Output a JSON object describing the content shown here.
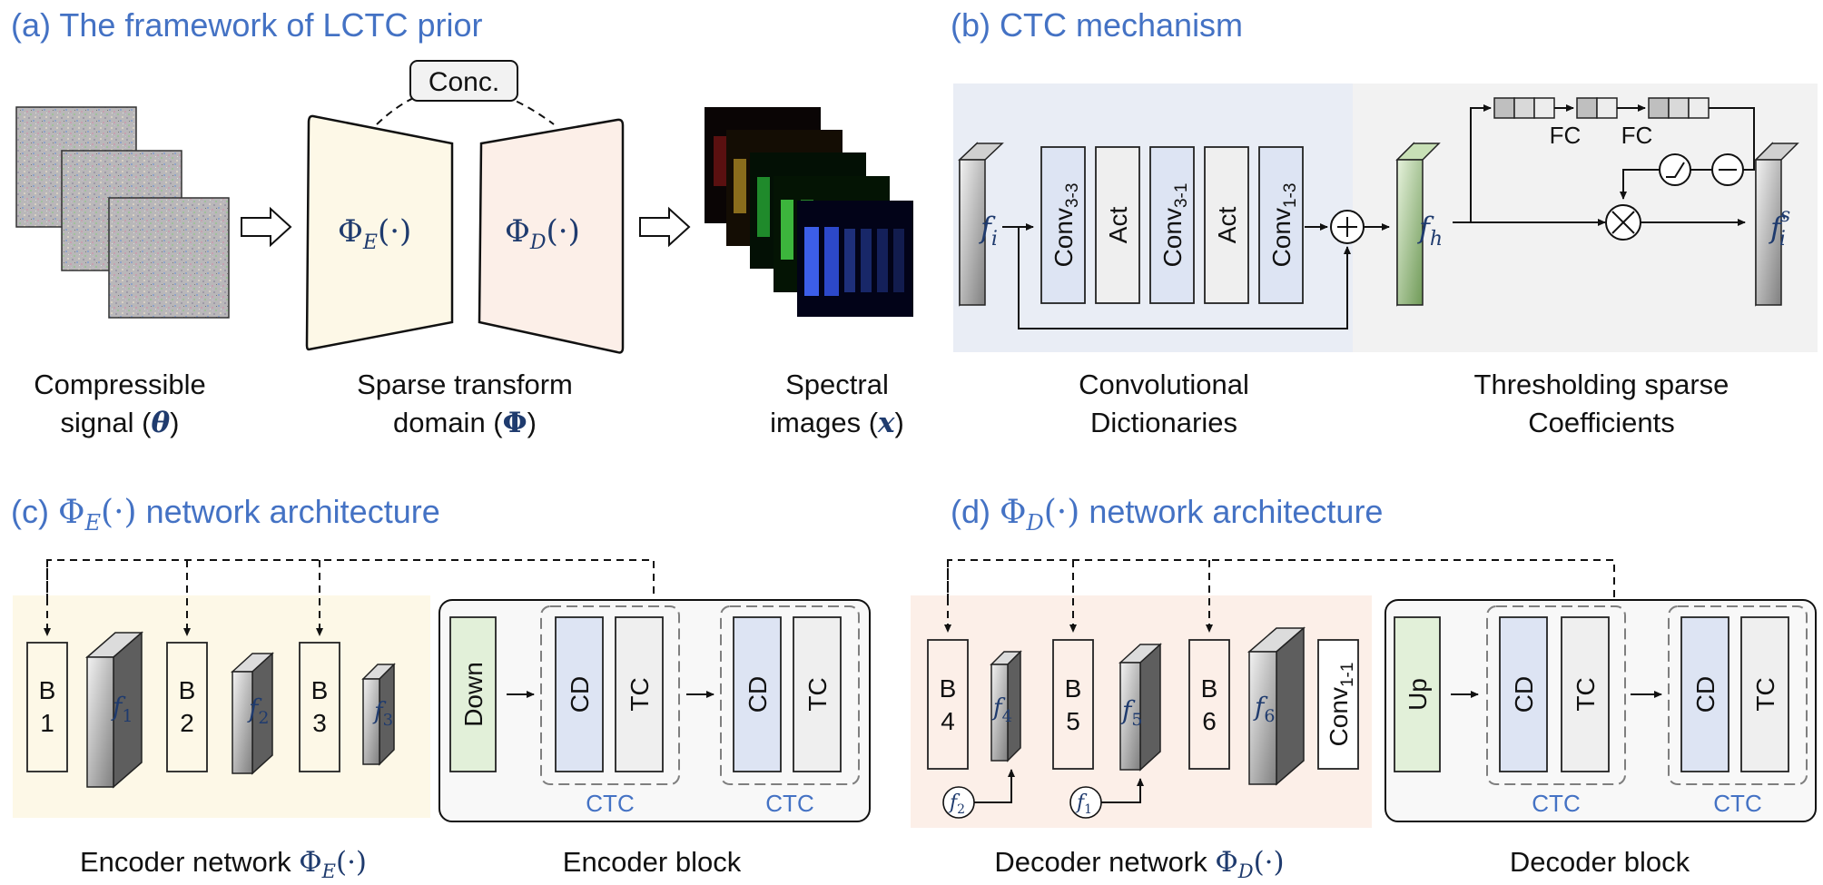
{
  "panel_a": {
    "title": "(a) The framework of LCTC prior",
    "concat_label": "Conc.",
    "encoder_symbol": "Φ",
    "encoder_sub": "E",
    "encoder_arg": "(·)",
    "decoder_symbol": "Φ",
    "decoder_sub": "D",
    "decoder_arg": "(·)",
    "caption_signal_line1": "Compressible",
    "caption_signal_line2_pre": "signal (",
    "caption_signal_sym": "θ",
    "caption_signal_line2_post": ")",
    "caption_domain_line1": "Sparse transform",
    "caption_domain_line2_pre": "domain (",
    "caption_domain_sym": "Φ",
    "caption_domain_line2_post": ")",
    "caption_images_line1": "Spectral",
    "caption_images_line2_pre": "images (",
    "caption_images_sym": "x",
    "caption_images_line2_post": ")"
  },
  "panel_b": {
    "title": "(b) CTC mechanism",
    "input_feature": "f",
    "input_sub": "i",
    "blocks": [
      {
        "main": "Conv",
        "sub": "3-3"
      },
      {
        "main": "Act",
        "sub": ""
      },
      {
        "main": "Conv",
        "sub": "3-1"
      },
      {
        "main": "Act",
        "sub": ""
      },
      {
        "main": "Conv",
        "sub": "1-3"
      }
    ],
    "mid_feature": "f",
    "mid_sub": "h",
    "out_feature": "f",
    "out_sub": "i",
    "out_sup": "s",
    "fc1": "FC",
    "fc2": "FC",
    "caption_left_line1": "Convolutional",
    "caption_left_line2": "Dictionaries",
    "caption_right_line1": "Thresholding sparse",
    "caption_right_line2": "Coefficients"
  },
  "panel_c": {
    "title_pre": "(c) ",
    "title_sym": "Φ",
    "title_sub": "E",
    "title_arg": "(·)",
    "title_post": " network architecture",
    "blocks": [
      {
        "line1": "B",
        "line2": "1"
      },
      {
        "line1": "B",
        "line2": "2"
      },
      {
        "line1": "B",
        "line2": "3"
      }
    ],
    "features": [
      {
        "sym": "f",
        "sub": "1"
      },
      {
        "sym": "f",
        "sub": "2"
      },
      {
        "sym": "f",
        "sub": "3"
      }
    ],
    "block_down": "Down",
    "cd": "CD",
    "tc": "TC",
    "ctc": "CTC",
    "caption_network_pre": "Encoder network ",
    "caption_network_sym": "Φ",
    "caption_network_sub": "E",
    "caption_network_arg": "(·)",
    "caption_block": "Encoder block"
  },
  "panel_d": {
    "title_pre": "(d) ",
    "title_sym": "Φ",
    "title_sub": "D",
    "title_arg": "(·)",
    "title_post": " network architecture",
    "blocks": [
      {
        "line1": "B",
        "line2": "4"
      },
      {
        "line1": "B",
        "line2": "5"
      },
      {
        "line1": "B",
        "line2": "6"
      }
    ],
    "features": [
      {
        "sym": "f",
        "sub": "4"
      },
      {
        "sym": "f",
        "sub": "5"
      },
      {
        "sym": "f",
        "sub": "6"
      }
    ],
    "skip_inputs": [
      {
        "sym": "f",
        "sub": "2"
      },
      {
        "sym": "f",
        "sub": "1"
      }
    ],
    "final_conv": "Conv",
    "final_conv_sub": "1-1",
    "block_up": "Up",
    "cd": "CD",
    "tc": "TC",
    "ctc": "CTC",
    "caption_network_pre": "Decoder network ",
    "caption_network_sym": "Φ",
    "caption_network_sub": "D",
    "caption_network_arg": "(·)",
    "caption_block": "Decoder block"
  },
  "colors": {
    "title_blue": "#4472c4",
    "cream": "#fdf8e7",
    "pink": "#fcefe8",
    "light_blue": "#dde4f3",
    "light_gray": "#efefef",
    "light_green": "#e2f0d9",
    "panel_bg": "#f2f2f2"
  }
}
